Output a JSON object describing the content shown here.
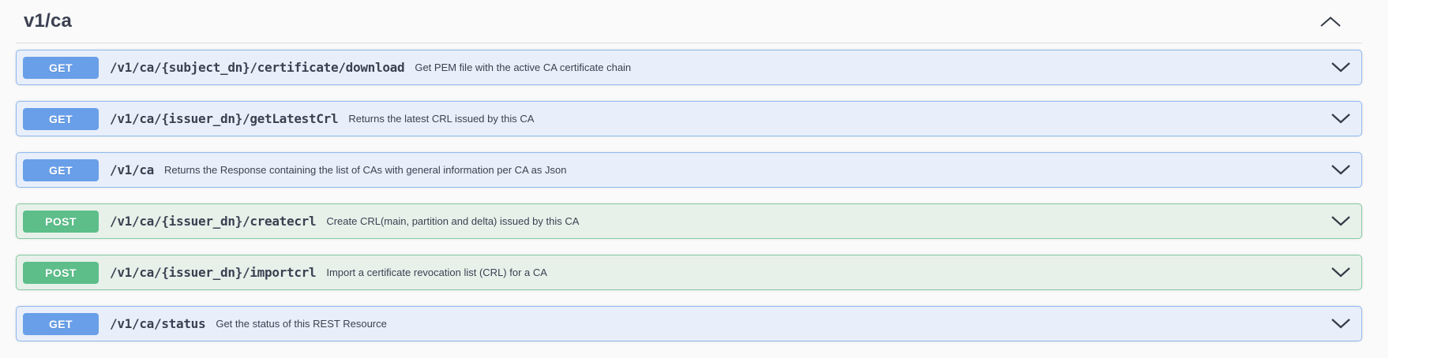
{
  "section": {
    "title": "v1/ca",
    "collapsed": false
  },
  "endpoints": [
    {
      "method": "GET",
      "path": "/v1/ca/{subject_dn}/certificate/download",
      "description": "Get PEM file with the active CA certificate chain"
    },
    {
      "method": "GET",
      "path": "/v1/ca/{issuer_dn}/getLatestCrl",
      "description": "Returns the latest CRL issued by this CA"
    },
    {
      "method": "GET",
      "path": "/v1/ca",
      "description": "Returns the Response containing the list of CAs with general information per CA as Json"
    },
    {
      "method": "POST",
      "path": "/v1/ca/{issuer_dn}/createcrl",
      "description": "Create CRL(main, partition and delta) issued by this CA"
    },
    {
      "method": "POST",
      "path": "/v1/ca/{issuer_dn}/importcrl",
      "description": "Import a certificate revocation list (CRL) for a CA"
    },
    {
      "method": "GET",
      "path": "/v1/ca/status",
      "description": "Get the status of this REST Resource"
    }
  ],
  "icons": {
    "header_collapse": "chevron-up-icon",
    "row_expand": "chevron-down-icon"
  },
  "colors": {
    "page_bg": "#fafafa",
    "text": "#3b4151",
    "get_badge": "#699fe9",
    "get_row_bg": "#e8effa",
    "get_row_border": "#8fb8f0",
    "post_badge": "#5dbe8a",
    "post_row_bg": "#e7f1ea",
    "post_row_border": "#84cba2"
  }
}
